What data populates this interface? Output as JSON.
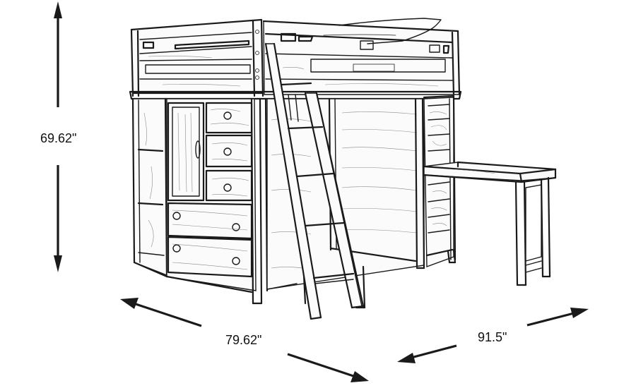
{
  "product": {
    "description": "Loft bed with dresser, ladder and desk - line drawing"
  },
  "dimensions": {
    "height": {
      "label": "69.62\"",
      "value": 69.62,
      "unit": "in"
    },
    "width": {
      "label": "79.62\"",
      "value": 79.62,
      "unit": "in"
    },
    "depth": {
      "label": "91.5\"",
      "value": 91.5,
      "unit": "in"
    }
  },
  "colors": {
    "line": "#1a1a1a",
    "background": "#ffffff",
    "grain": "#8a8a8a"
  }
}
